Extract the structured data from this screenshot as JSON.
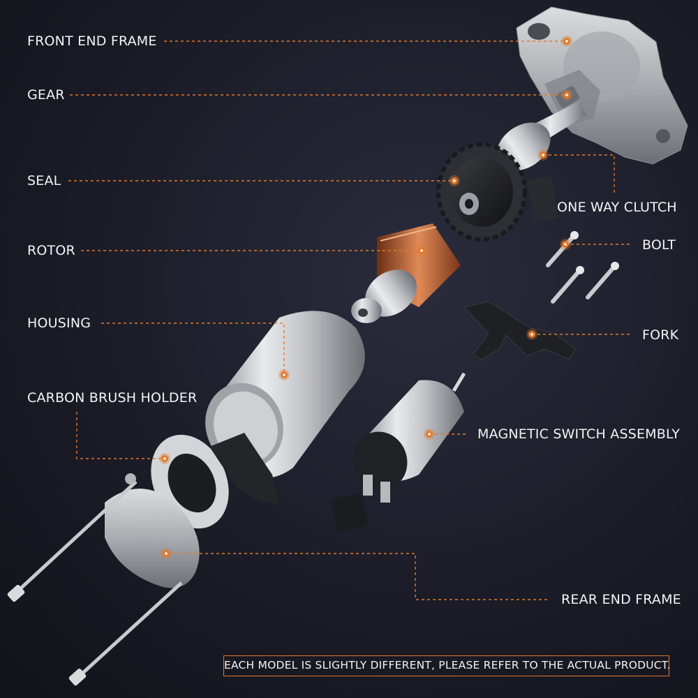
{
  "labels": {
    "front_end_frame": "FRONT END FRAME",
    "gear": "GEAR",
    "seal": "SEAL",
    "rotor": "ROTOR",
    "housing": "HOUSING",
    "carbon_brush_holder": "CARBON BRUSH HOLDER",
    "one_way_clutch": "ONE WAY CLUTCH",
    "bolt": "BOLT",
    "fork": "FORK",
    "magnetic_switch_assembly": "MAGNETIC SWITCH ASSEMBLY",
    "rear_end_frame": "REAR END FRAME"
  },
  "notice": "EACH MODEL IS SLIGHTLY DIFFERENT, PLEASE REFER TO THE ACTUAL PRODUCT.",
  "colors": {
    "accent": "#e07a2e",
    "background": "#1b1c27",
    "text": "#f4f4f4"
  }
}
